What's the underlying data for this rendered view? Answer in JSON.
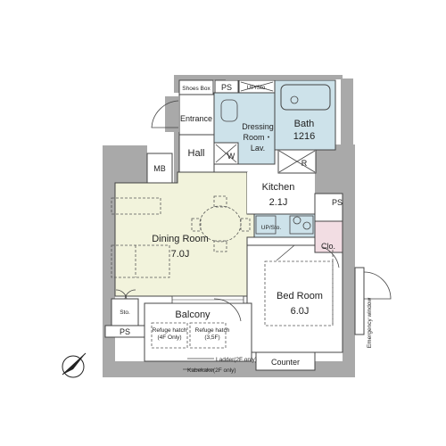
{
  "rooms": {
    "shoes_box": "Shoes Box",
    "ps_top": "PS",
    "up_sto_top": "UP/Sto.",
    "entrance": "Entrance",
    "dressing_line1": "Dressing",
    "dressing_line2": "Room・",
    "dressing_line3": "Lav.",
    "bath_line1": "Bath",
    "bath_line2": "1216",
    "hall": "Hall",
    "w": "W",
    "mb": "MB",
    "r": "R",
    "kitchen_line1": "Kitchen",
    "kitchen_line2": "2.1J",
    "ps_right": "PS",
    "dining_line1": "Dining Room",
    "dining_line2": "7.0J",
    "up_sto_kitchen": "UP/Sto.",
    "clo": "Clo.",
    "bedroom_line1": "Bed Room",
    "bedroom_line2": "6.0J",
    "sto": "Sto.",
    "ps_bottom": "PS",
    "balcony": "Balcony",
    "refuge1_line1": "Refuge hatch",
    "refuge1_line2": "(4F Only)",
    "refuge2_line1": "Refuge hatch",
    "refuge2_line2": "(3,5F)",
    "ladder": "Ladder(2F only)",
    "kabekake": "Kabekake(2F only)",
    "counter": "Counter",
    "emergency_window": "Emergency window"
  },
  "colors": {
    "wall": "#a9a9a9",
    "dining_floor": "#f2f3dc",
    "wet_area": "#cde2ea",
    "clo_floor": "#f2dde3",
    "white": "#ffffff"
  },
  "icons": {
    "north_arrow": "compass-north-icon"
  }
}
